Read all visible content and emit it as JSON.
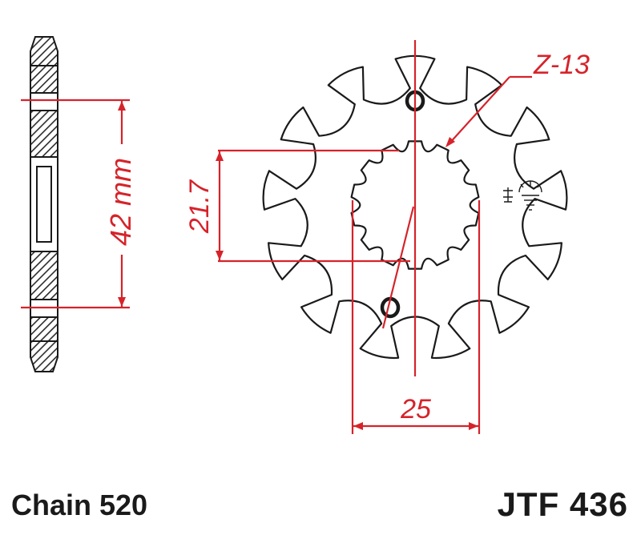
{
  "dimensions": {
    "thickness_label": "42 mm",
    "spline_label": "21.7",
    "teeth_label": "Z-13",
    "hole_spacing_label": "25"
  },
  "footer": {
    "chain": "Chain 520",
    "part_number": "JTF 436"
  },
  "teeth_count": 13,
  "colors": {
    "dimension": "#d6232a",
    "outline": "#1a1a1a",
    "hatch": "#2b2b2b",
    "background": "#ffffff"
  },
  "icons": {
    "logo": "jt-sprockets-logo-icon"
  }
}
